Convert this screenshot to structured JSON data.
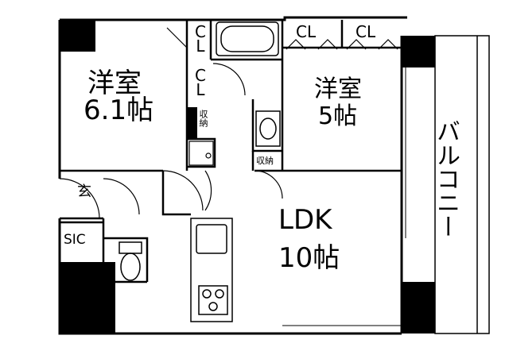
{
  "rooms": {
    "western_room_1": {
      "name": "洋室",
      "size": "6.1帖"
    },
    "western_room_2": {
      "name": "洋室",
      "size": "5帖"
    },
    "ldk": {
      "name": "LDK",
      "size": "10帖"
    },
    "balcony": {
      "name": "バルコニー"
    },
    "entrance": {
      "name": "玄"
    },
    "sic": {
      "name": "SIC"
    }
  },
  "storage": {
    "cl_left_top": "CL",
    "cl_left_bottom": "CL",
    "cl_right_a": "CL",
    "cl_right_b": "CL",
    "shuno_1": "収納",
    "shuno_2": "収納"
  }
}
